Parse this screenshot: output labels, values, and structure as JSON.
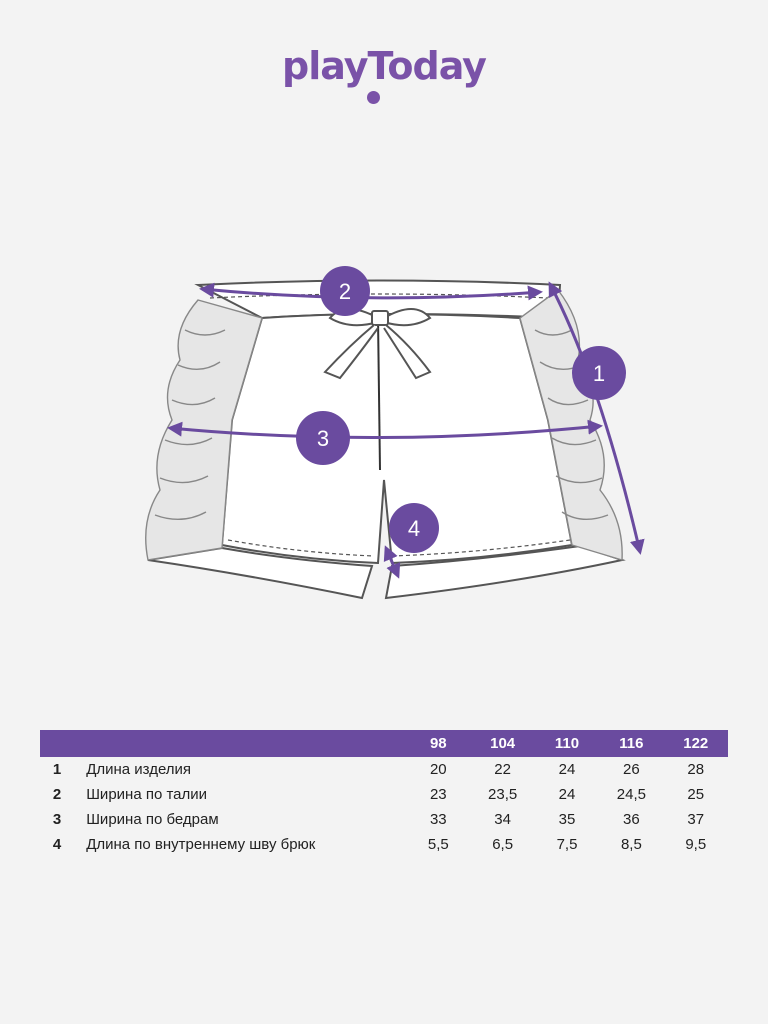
{
  "brand": {
    "logo_text": "playToday",
    "accent_color": "#7a52a8",
    "header_color": "#6a4b9f"
  },
  "diagram": {
    "markers": [
      {
        "id": "1",
        "meaning": "length"
      },
      {
        "id": "2",
        "meaning": "waist"
      },
      {
        "id": "3",
        "meaning": "hips"
      },
      {
        "id": "4",
        "meaning": "inseam"
      }
    ]
  },
  "size_table": {
    "sizes": [
      "98",
      "104",
      "110",
      "116",
      "122"
    ],
    "rows": [
      {
        "num": "1",
        "label": "Длина изделия",
        "values": [
          "20",
          "22",
          "24",
          "26",
          "28"
        ]
      },
      {
        "num": "2",
        "label": "Ширина по талии",
        "values": [
          "23",
          "23,5",
          "24",
          "24,5",
          "25"
        ]
      },
      {
        "num": "3",
        "label": "Ширина по бедрам",
        "values": [
          "33",
          "34",
          "35",
          "36",
          "37"
        ]
      },
      {
        "num": "4",
        "label": "Длина по внутреннему шву брюк",
        "values": [
          "5,5",
          "6,5",
          "7,5",
          "8,5",
          "9,5"
        ]
      }
    ]
  }
}
